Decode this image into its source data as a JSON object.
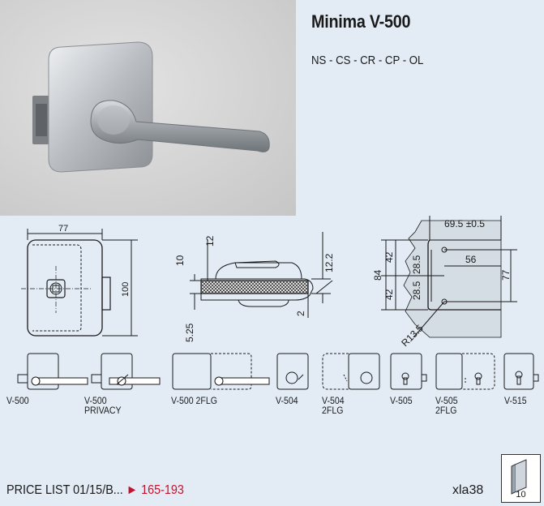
{
  "product": {
    "title": "Minima V-500",
    "finishes": "NS - CS - CR - CP - OL"
  },
  "dimensions": {
    "width_77": "77",
    "height_100": "100",
    "d10": "10",
    "d12": "12",
    "d5_25": "5.25",
    "d12_2": "12.2",
    "d2": "2",
    "d69_5": "69.5  ±0.5",
    "d84": "84",
    "d42_top": "42",
    "d42_bottom": "42",
    "d28_5_top": "28.5",
    "d28_5_bottom": "28.5",
    "d56": "56",
    "d77_right": "77",
    "r13_5": "R13.5"
  },
  "variants": [
    {
      "label": "V-500"
    },
    {
      "label": "V-500\nPRIVACY"
    },
    {
      "label": "V-500 2FLG"
    },
    {
      "label": "V-504"
    },
    {
      "label": "V-504\n2FLG"
    },
    {
      "label": "V-505"
    },
    {
      "label": "V-505\n2FLG"
    },
    {
      "label": "V-515"
    }
  ],
  "footer": {
    "price_list": "PRICE LIST 01/15/B...",
    "arrow": "►",
    "page_range": "165-193",
    "code": "xla38",
    "page_number": "10"
  }
}
